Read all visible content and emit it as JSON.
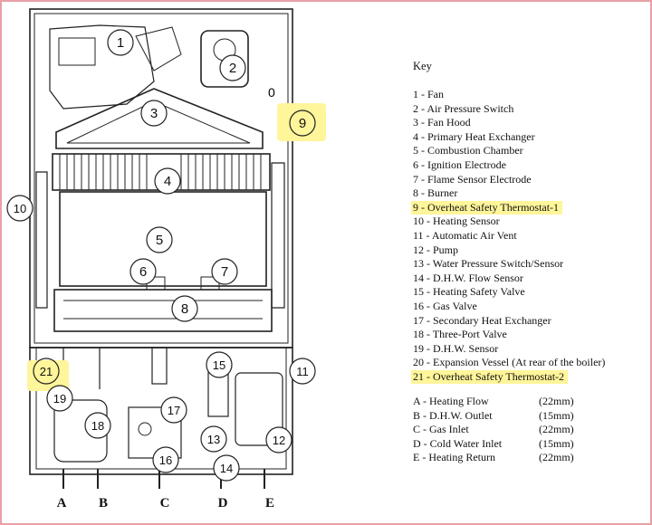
{
  "key": {
    "title": "Key",
    "items": [
      {
        "label": "1 - Fan",
        "highlight": false
      },
      {
        "label": "2 - Air Pressure Switch",
        "highlight": false
      },
      {
        "label": "3 - Fan Hood",
        "highlight": false
      },
      {
        "label": "4 - Primary Heat Exchanger",
        "highlight": false
      },
      {
        "label": "5 - Combustion Chamber",
        "highlight": false
      },
      {
        "label": "6 - Ignition Electrode",
        "highlight": false
      },
      {
        "label": "7 - Flame Sensor Electrode",
        "highlight": false
      },
      {
        "label": "8 - Burner",
        "highlight": false
      },
      {
        "label": "9 - Overheat Safety Thermostat-1",
        "highlight": true
      },
      {
        "label": "10 - Heating Sensor",
        "highlight": false
      },
      {
        "label": "11 - Automatic Air Vent",
        "highlight": false
      },
      {
        "label": "12 - Pump",
        "highlight": false
      },
      {
        "label": "13 - Water Pressure Switch/Sensor",
        "highlight": false
      },
      {
        "label": "14 - D.H.W. Flow Sensor",
        "highlight": false
      },
      {
        "label": "15 - Heating Safety Valve",
        "highlight": false
      },
      {
        "label": "16 - Gas Valve",
        "highlight": false
      },
      {
        "label": "17 - Secondary Heat Exchanger",
        "highlight": false
      },
      {
        "label": "18 - Three-Port Valve",
        "highlight": false
      },
      {
        "label": "19 - D.H.W. Sensor",
        "highlight": false
      },
      {
        "label": "20 - Expansion Vessel (At rear of the boiler)",
        "highlight": false
      },
      {
        "label": "21 - Overheat Safety Thermostat-2",
        "highlight": true
      }
    ]
  },
  "pipes": [
    {
      "label": "A - Heating Flow",
      "size": "(22mm)"
    },
    {
      "label": "B - D.H.W. Outlet",
      "size": "(15mm)"
    },
    {
      "label": "C - Gas Inlet",
      "size": "(22mm)"
    },
    {
      "label": "D - Cold Water Inlet",
      "size": "(15mm)"
    },
    {
      "label": "E - Heating Return",
      "size": "(22mm)"
    }
  ],
  "bottom_labels": [
    "A",
    "B",
    "C",
    "D",
    "E"
  ],
  "callouts": [
    "1",
    "2",
    "3",
    "4",
    "5",
    "6",
    "7",
    "8",
    "9",
    "10",
    "11",
    "12",
    "13",
    "14",
    "15",
    "16",
    "17",
    "18",
    "19",
    "21"
  ],
  "small_mark": "0",
  "colors": {
    "highlight": "#fff59a",
    "frame": "#e8a0a6",
    "line": "#222222"
  }
}
